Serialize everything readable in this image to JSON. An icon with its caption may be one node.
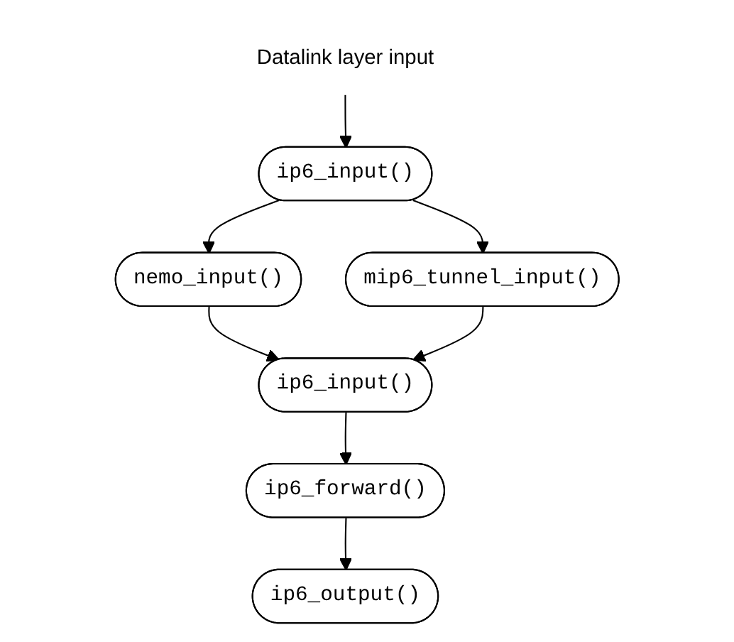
{
  "diagram": {
    "nodes": [
      {
        "text": [
          "Datalink layer input"
        ]
      },
      {
        "text": [
          "ip6_input()"
        ]
      },
      {
        "text": [
          "nemo_input()"
        ]
      },
      {
        "text": [
          "mip6_tunnel_input()"
        ]
      },
      {
        "text": [
          "ip6_input()"
        ]
      },
      {
        "text": [
          "ip6_forward()"
        ]
      },
      {
        "text": [
          "ip6_output()"
        ]
      }
    ],
    "edges": [
      {
        "from": 0,
        "to": 1,
        "arrow": "to"
      },
      {
        "from": 1,
        "to": 2,
        "arrow": "to"
      },
      {
        "from": 1,
        "to": 3,
        "arrow": "to"
      },
      {
        "from": 2,
        "to": 4,
        "arrow": "to"
      },
      {
        "from": 3,
        "to": 4,
        "arrow": "to"
      },
      {
        "from": 4,
        "to": 5,
        "arrow": "to"
      },
      {
        "from": 5,
        "to": 6,
        "arrow": "to"
      }
    ]
  }
}
